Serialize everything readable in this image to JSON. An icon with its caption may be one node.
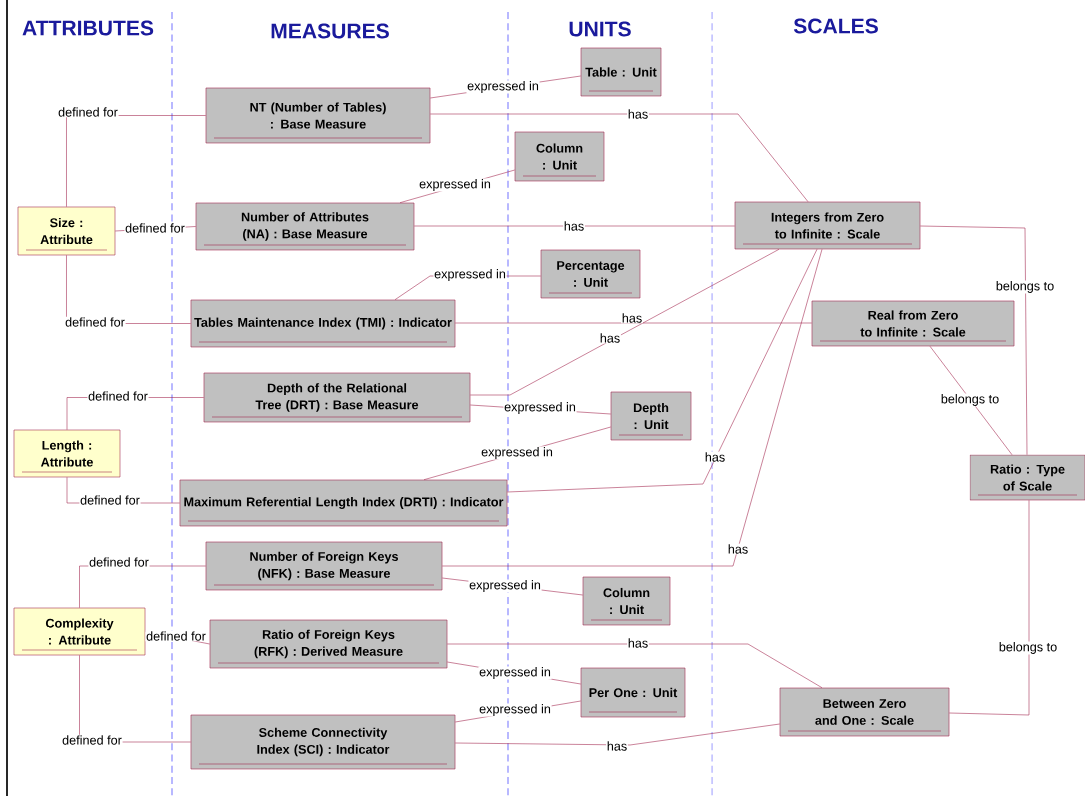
{
  "diagram": {
    "nodes": [
      {
        "text": [
          "Size : Attribute"
        ]
      },
      {
        "text": [
          "Length : Attribute"
        ]
      },
      {
        "text": [
          "Complexity : Attribute"
        ]
      },
      {
        "text": [
          "NT (Number of Tables) : Base Measure"
        ]
      },
      {
        "text": [
          "Number of Attributes (NA) : Base Measure"
        ]
      },
      {
        "text": [
          "Tables Maintenance Index (TMI) : Indicator"
        ]
      },
      {
        "text": [
          "Depth of the Relational Tree (DRT) : Base Measure"
        ]
      },
      {
        "text": [
          "Maximum Referential Length Index (DRTI) : Indicator"
        ]
      },
      {
        "text": [
          "Number of Foreign Keys (NFK) : Base Measure"
        ]
      },
      {
        "text": [
          "Ratio of Foreign Keys (RFK) : Derived Measure"
        ]
      },
      {
        "text": [
          "Scheme Connectivity Index (SCI) : Indicator"
        ]
      },
      {
        "text": [
          "Table : Unit"
        ]
      },
      {
        "text": [
          "Column : Unit"
        ]
      },
      {
        "text": [
          "Percentage : Unit"
        ]
      },
      {
        "text": [
          "Depth : Unit"
        ]
      },
      {
        "text": [
          "Column : Unit"
        ]
      },
      {
        "text": [
          "Per One : Unit"
        ]
      },
      {
        "text": [
          "Integers from Zero to Infinite : Scale"
        ]
      },
      {
        "text": [
          "Real from Zero to Infinite : Scale"
        ]
      },
      {
        "text": [
          "Ratio : Type of Scale"
        ]
      },
      {
        "text": [
          "Between Zero and One : Scale"
        ]
      }
    ],
    "edges": [
      {
        "from": 0,
        "to": 3,
        "arrow": "none",
        "label": "defined for"
      },
      {
        "from": 0,
        "to": 4,
        "arrow": "none",
        "label": "defined for"
      },
      {
        "from": 0,
        "to": 5,
        "arrow": "none",
        "label": "defined for"
      },
      {
        "from": 1,
        "to": 6,
        "arrow": "none",
        "label": "defined for"
      },
      {
        "from": 1,
        "to": 7,
        "arrow": "none",
        "label": "defined for"
      },
      {
        "from": 2,
        "to": 8,
        "arrow": "none",
        "label": "defined for"
      },
      {
        "from": 2,
        "to": 9,
        "arrow": "none",
        "label": "defined for"
      },
      {
        "from": 2,
        "to": 10,
        "arrow": "none",
        "label": "defined for"
      },
      {
        "from": 3,
        "to": 11,
        "arrow": "none",
        "label": "expressed in"
      },
      {
        "from": 4,
        "to": 12,
        "arrow": "none",
        "label": "expressed in"
      },
      {
        "from": 5,
        "to": 13,
        "arrow": "none",
        "label": "expressed in"
      },
      {
        "from": 6,
        "to": 14,
        "arrow": "none",
        "label": "expressed in"
      },
      {
        "from": 7,
        "to": 14,
        "arrow": "none",
        "label": "expressed in"
      },
      {
        "from": 8,
        "to": 15,
        "arrow": "none",
        "label": "expressed in"
      },
      {
        "from": 9,
        "to": 16,
        "arrow": "none",
        "label": "expressed in"
      },
      {
        "from": 10,
        "to": 16,
        "arrow": "none",
        "label": "expressed in"
      },
      {
        "from": 3,
        "to": 17,
        "arrow": "none",
        "label": "has"
      },
      {
        "from": 4,
        "to": 17,
        "arrow": "none",
        "label": "has"
      },
      {
        "from": 5,
        "to": 18,
        "arrow": "none",
        "label": "has"
      },
      {
        "from": 6,
        "to": 17,
        "arrow": "none",
        "label": "has"
      },
      {
        "from": 7,
        "to": 17,
        "arrow": "none",
        "label": "has"
      },
      {
        "from": 8,
        "to": 17,
        "arrow": "none",
        "label": "has"
      },
      {
        "from": 9,
        "to": 20,
        "arrow": "none",
        "label": "has"
      },
      {
        "from": 10,
        "to": 20,
        "arrow": "none",
        "label": "has"
      },
      {
        "from": 17,
        "to": 19,
        "arrow": "none",
        "label": "belongs to"
      },
      {
        "from": 18,
        "to": 19,
        "arrow": "none",
        "label": "belongs to"
      },
      {
        "from": 20,
        "to": 19,
        "arrow": "none",
        "label": "belongs to"
      }
    ],
    "labels": [
      "ATTRIBUTES",
      "MEASURES",
      "UNITS",
      "SCALES"
    ]
  }
}
